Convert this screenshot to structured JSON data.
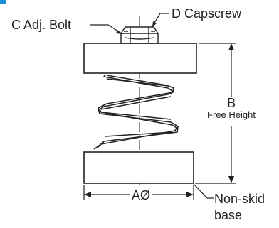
{
  "diagram": {
    "labels": {
      "c_bolt": "C Adj. Bolt",
      "d_capscrew": "D Capscrew",
      "b_letter": "B",
      "free_height": "Free Height",
      "a_dia": "AØ",
      "non_skid": "Non-skid",
      "base": "base"
    },
    "colors": {
      "ink": "#222222",
      "accent": "#1a8fd6",
      "fill": "#ffffff"
    }
  }
}
